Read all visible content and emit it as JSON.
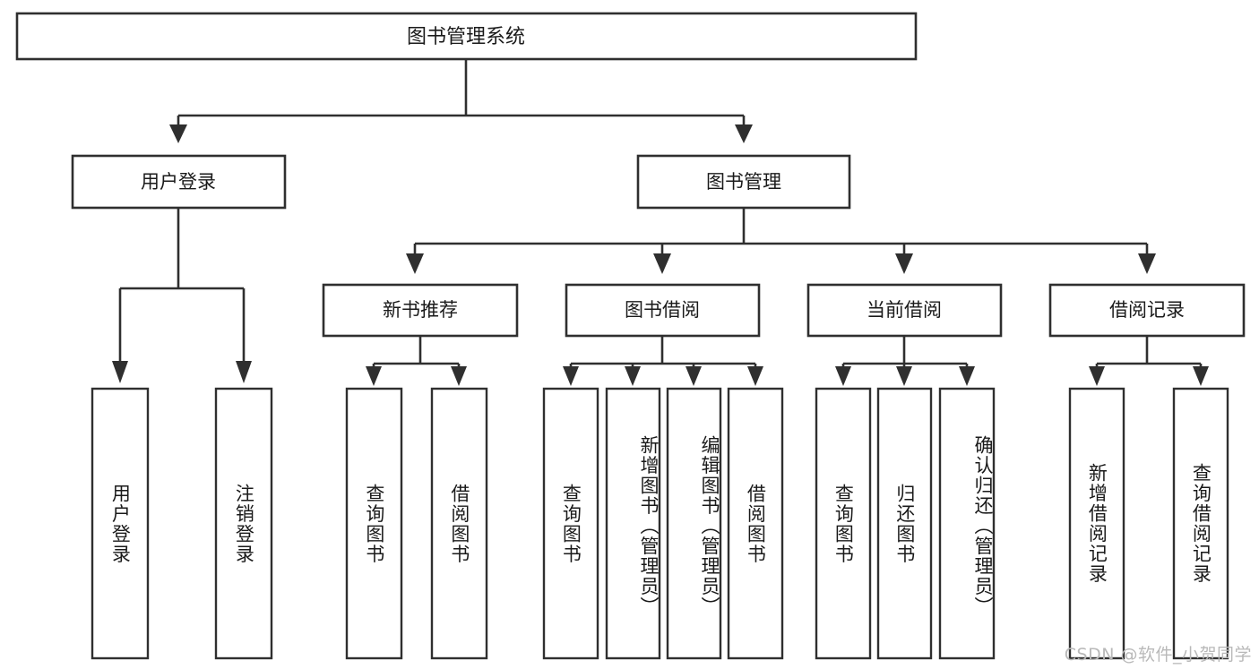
{
  "diagram": {
    "type": "tree-hierarchy",
    "title": "图书管理系统",
    "orientation": "top-down",
    "colors": {
      "node_fill": "#ffffff",
      "node_stroke": "#2f2f2f",
      "connector": "#2f2f2f",
      "text": "#1a1a1a",
      "watermark": "#b9b9b9",
      "background": "#ffffff"
    },
    "root": {
      "label": "图书管理系统"
    },
    "level2": [
      {
        "id": "user-login",
        "label": "用户登录"
      },
      {
        "id": "book-management",
        "label": "图书管理"
      }
    ],
    "level3": [
      {
        "id": "new-book-recommend",
        "label": "新书推荐",
        "parent": "book-management"
      },
      {
        "id": "book-borrow",
        "label": "图书借阅",
        "parent": "book-management"
      },
      {
        "id": "current-borrow",
        "label": "当前借阅",
        "parent": "book-management"
      },
      {
        "id": "borrow-record",
        "label": "借阅记录",
        "parent": "book-management"
      }
    ],
    "leaves": {
      "user-login": [
        {
          "id": "leaf-user-login",
          "label": "用户登录"
        },
        {
          "id": "leaf-user-logout",
          "label": "注销登录"
        }
      ],
      "new-book-recommend": [
        {
          "id": "leaf-query-book-1",
          "label": "查询图书"
        },
        {
          "id": "leaf-borrow-book-1",
          "label": "借阅图书"
        }
      ],
      "book-borrow": [
        {
          "id": "leaf-query-book-2",
          "label": "查询图书"
        },
        {
          "id": "leaf-add-book",
          "label": "新增图书（管理员）"
        },
        {
          "id": "leaf-edit-book",
          "label": "编辑图书（管理员）"
        },
        {
          "id": "leaf-borrow-book-2",
          "label": "借阅图书"
        }
      ],
      "current-borrow": [
        {
          "id": "leaf-query-book-3",
          "label": "查询图书"
        },
        {
          "id": "leaf-return-book",
          "label": "归还图书"
        },
        {
          "id": "leaf-confirm-return",
          "label": "确认归还（管理员）"
        }
      ],
      "borrow-record": [
        {
          "id": "leaf-add-borrow-record",
          "label": "新增借阅记录"
        },
        {
          "id": "leaf-query-borrow-record",
          "label": "查询借阅记录"
        }
      ]
    }
  },
  "watermark": {
    "text": "CSDN @软件_小贺同学"
  }
}
